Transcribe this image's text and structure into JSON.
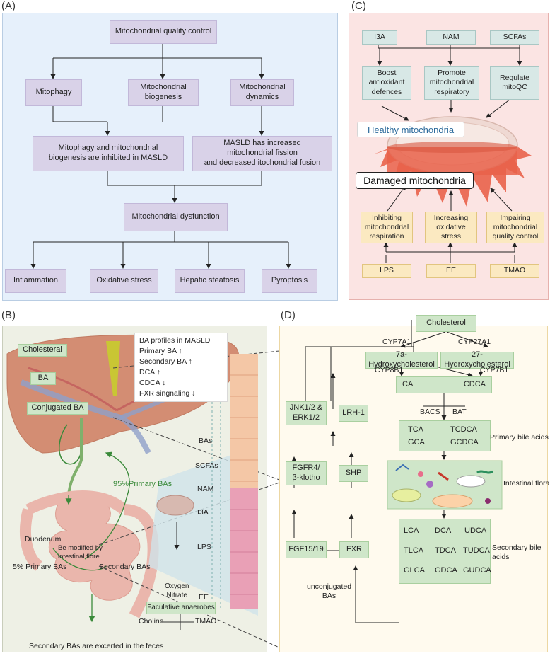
{
  "labels": {
    "a": "(A)",
    "b": "(B)",
    "c": "(C)",
    "d": "(D)"
  },
  "panelA": {
    "top": "Mitochondrial quality control",
    "mitophagy": "Mitophagy",
    "biogenesis": "Mitochondrial\nbiogenesis",
    "dynamics": "Mitochondrial\ndynamics",
    "inhibited": "Mitophagy and mitochondrial\nbiogenesis are inhibited in MASLD",
    "fission": "MASLD has increased\nmitochondrial fission\nand decreased itochondrial fusion",
    "dysfunction": "Mitochondrial dysfunction",
    "inflammation": "Inflammation",
    "oxidative": "Oxidative stress",
    "steatosis": "Hepatic steatosis",
    "pyroptosis": "Pyroptosis"
  },
  "panelC": {
    "i3a": "I3A",
    "nam": "NAM",
    "scfas": "SCFAs",
    "boost": "Boost\nantioxidant\ndefences",
    "promote": "Promote\nmitochondrial\nrespiratory",
    "regulate": "Regulate\nmitoQC",
    "healthy": "Healthy mitochondria",
    "damaged": "Damaged mitochondria",
    "inhibiting": "Inhibiting\nmitochondrial\nrespiration",
    "increasing": "Increasing\noxidative\nstress",
    "impairing": "Impairing\nmitochondrial\nquality control",
    "lps": "LPS",
    "ee": "EE",
    "tmao": "TMAO"
  },
  "panelB": {
    "cholesteral": "Cholesteral",
    "ba": "BA",
    "conjugated": "Conjugated BA",
    "profiles_title": "BA profiles in MASLD",
    "primary": "Primary BA ↑",
    "secondary": "Secondary BA ↑",
    "dca": "DCA ↑",
    "cdca": "CDCA ↓",
    "fxr": "FXR singnaling ↓",
    "bas": "BAs",
    "scfas": "SCFAs",
    "nam": "NAM",
    "i3a": "I3A",
    "lps": "LPS",
    "ee": "EE",
    "tmao": "TMAO",
    "duodenum": "Duodenum",
    "primary95": "95%Primary BAs",
    "modified": "Be modified by\nintestinal flore",
    "primary5": "5% Primary BAs",
    "secondaryBAs": "Secondary BAs",
    "oxygen": "Oxygen\nNitrate",
    "facultative": "Faculative anaerobes",
    "choline": "Choline",
    "feces": "Secondary BAs are excerted in the feces"
  },
  "panelD": {
    "cholesterol": "Cholesterol",
    "cyp7a1": "CYP7A1",
    "cyp27a1": "CYP27A1",
    "hydroxy7": "7a-Hydroxycholesterol",
    "hydroxy27": "27-Hydroxycholesterol",
    "cyp8b1": "CYP8B1",
    "cyp7b1": "CYP7B1",
    "ca": "CA",
    "cdca": "CDCA",
    "bacs": "BACS",
    "bat": "BAT",
    "tca": "TCA",
    "tcdca": "TCDCA",
    "gca": "GCA",
    "gcdca": "GCDCA",
    "primary": "Primary bile acids",
    "flora": "Intestinal flora",
    "lca": "LCA",
    "dca": "DCA",
    "udca": "UDCA",
    "tlca": "TLCA",
    "tdca": "TDCA",
    "tudca": "TUDCA",
    "glca": "GLCA",
    "gdca": "GDCA",
    "gudca": "GUDCA",
    "secondary": "Secondary bile\nacids",
    "jnk": "JNK1/2 &\nERK1/2",
    "lrh": "LRH-1",
    "fgfr4": "FGFR4/\nβ-klotho",
    "shp": "SHP",
    "fgf": "FGF15/19",
    "fxr": "FXR",
    "unconj": "unconjugated\nBAs"
  },
  "colors": {
    "panelA": "#e6f0fb",
    "panelB": "#eef0e5",
    "panelC": "#fbe4e3",
    "panelD": "#fffaee",
    "purple_box": "#d9d2e8",
    "green_box": "#cfe6c9",
    "teal_box": "#d8e8e6",
    "yellow_box": "#fbe9c1"
  }
}
